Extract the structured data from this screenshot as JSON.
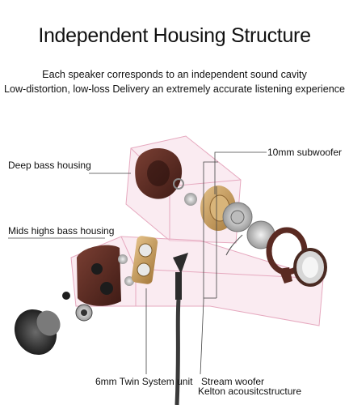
{
  "header": {
    "title": "Independent  Housing Structure",
    "subtitle_line1": "Each speaker corresponds to an independent sound cavity",
    "subtitle_line2": "Low-distortion, low-loss Delivery an extremely accurate listening experience"
  },
  "callouts": {
    "deep_bass": "Deep bass housing",
    "mids_highs": "Mids highs bass housing",
    "subwoofer": "10mm  subwoofer",
    "twin_unit": "6mm Twin System unit",
    "stream_woofer": "Stream woofer",
    "kelton": "Kelton acousitcstructure"
  },
  "colors": {
    "wireframe": "#e6a9bf",
    "wireframe_fill": "#f6dbe5",
    "housing_brown": "#5a2a22",
    "gold": "#c8a064",
    "silver": "#c7c7c7",
    "cable": "#2b2b2b"
  }
}
